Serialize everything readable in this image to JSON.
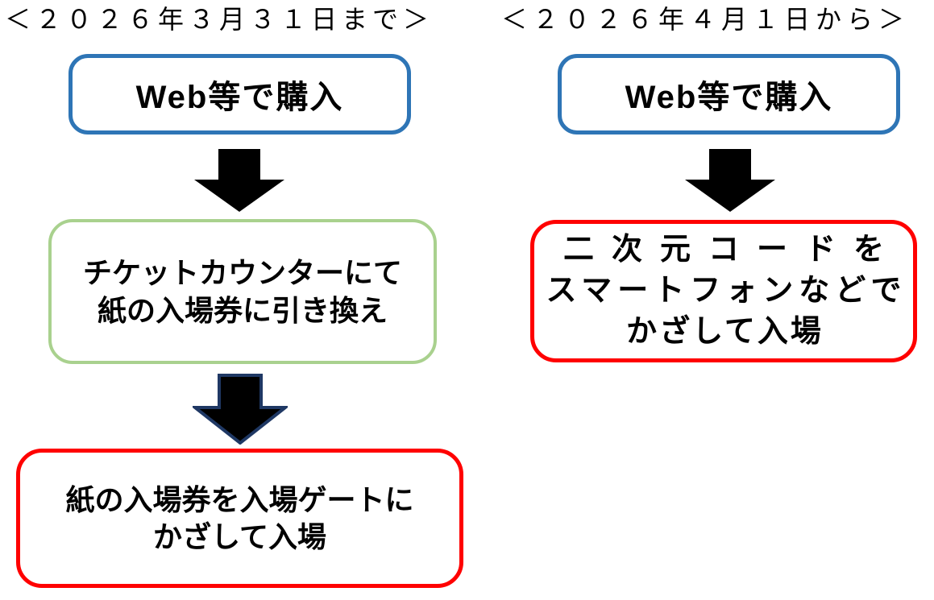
{
  "colors": {
    "background": "#FFFFFF",
    "blue_border": "#2E75B6",
    "green_border": "#A9D18E",
    "red_border": "#FF0000",
    "arrow_fill": "#000000",
    "arrow_outline": "#1F3864",
    "text": "#000000"
  },
  "icons": {
    "down_arrow": "block-down-arrow"
  },
  "left_flow": {
    "title": "＜２０２６年３月３１日まで＞",
    "step1": {
      "label": "Web等で購入"
    },
    "step2": {
      "line1": "チケットカウンターにて",
      "line2": "紙の入場券に引き換え"
    },
    "step3": {
      "line1": "紙の入場券を入場ゲートに",
      "line2": "かざして入場"
    }
  },
  "right_flow": {
    "title": "＜２０２６年４月１日から＞",
    "step1": {
      "label": "Web等で購入"
    },
    "step2": {
      "line1": "二次元コードを",
      "line2": "スマートフォンなどで",
      "line3": "かざして入場"
    }
  }
}
